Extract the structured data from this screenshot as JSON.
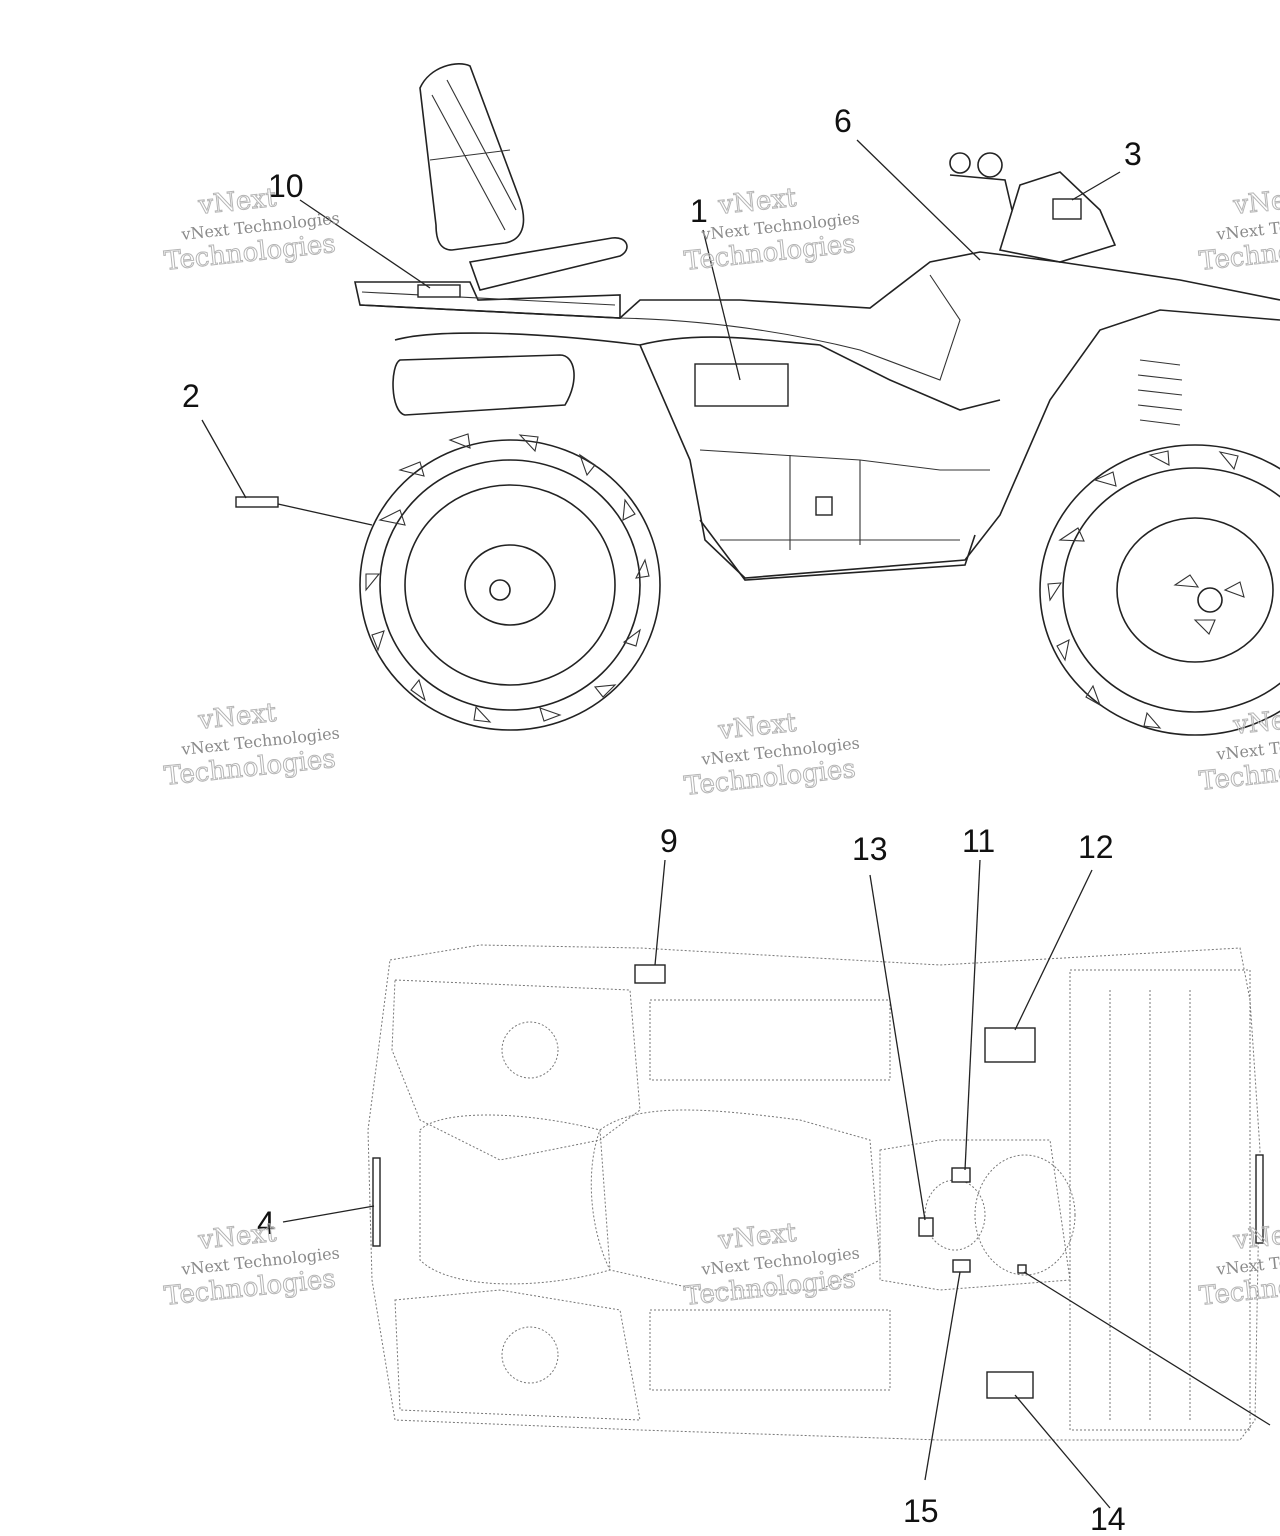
{
  "callouts": [
    {
      "id": "1",
      "label": "1"
    },
    {
      "id": "2",
      "label": "2"
    },
    {
      "id": "3",
      "label": "3"
    },
    {
      "id": "4",
      "label": "4"
    },
    {
      "id": "6",
      "label": "6"
    },
    {
      "id": "9",
      "label": "9"
    },
    {
      "id": "10",
      "label": "10"
    },
    {
      "id": "11",
      "label": "11"
    },
    {
      "id": "12",
      "label": "12"
    },
    {
      "id": "13",
      "label": "13"
    },
    {
      "id": "14",
      "label": "14"
    },
    {
      "id": "15",
      "label": "15"
    }
  ],
  "watermark": {
    "line1": "vNext Technologies",
    "line2": "Technologies",
    "line3": "vNext"
  },
  "colors": {
    "ink": "#222222",
    "watermark": "#9a9a9a",
    "background": "#ffffff"
  }
}
